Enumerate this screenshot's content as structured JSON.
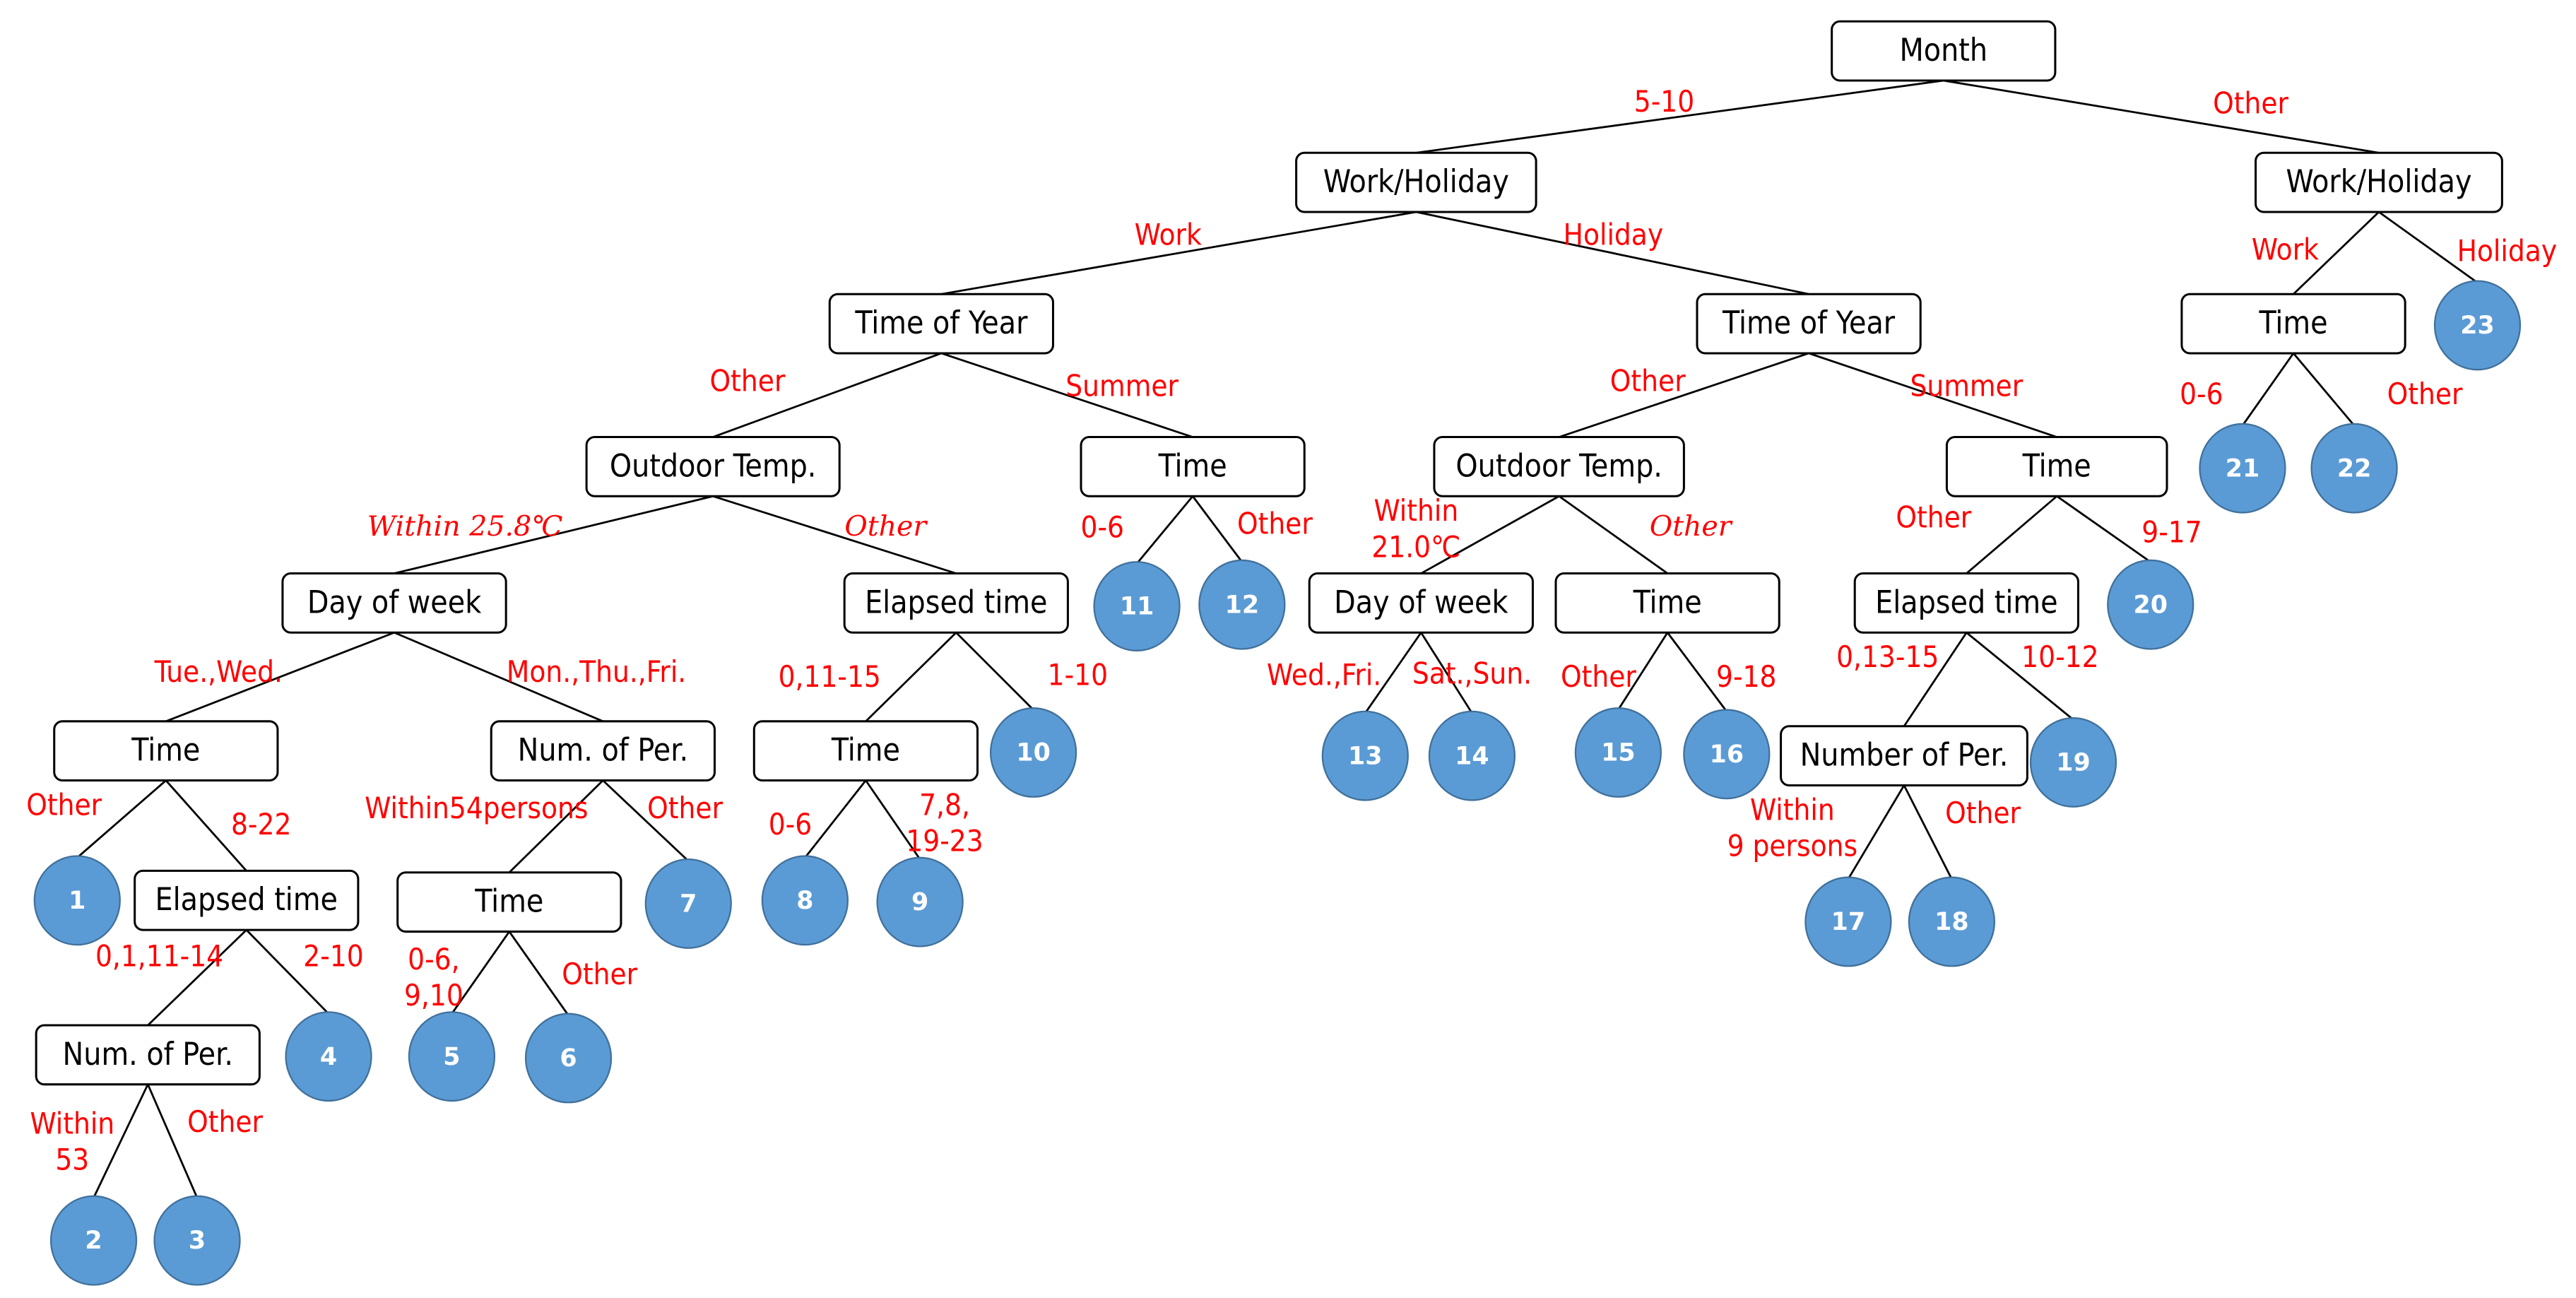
{
  "colors": {
    "edge_label": "#ff0000",
    "leaf_fill": "#5b9bd5",
    "node_border": "#000000"
  },
  "nodes": {
    "month": "Month",
    "wh1": "Work/Holiday",
    "wh2": "Work/Holiday",
    "toy1": "Time of Year",
    "toy2": "Time of Year",
    "tr": "Time",
    "ot1": "Outdoor Temp.",
    "t11": "Time",
    "ot2": "Outdoor Temp.",
    "ts2": "Time",
    "dow1": "Day of week",
    "el1": "Elapsed time",
    "dow2": "Day of week",
    "t15": "Time",
    "el2": "Elapsed time",
    "t1": "Time",
    "np1": "Num. of Per.",
    "t8": "Time",
    "np2": "Number of Per.",
    "el3": "Elapsed time",
    "t5": "Time",
    "np3": "Num. of Per."
  },
  "leaves": [
    "1",
    "2",
    "3",
    "4",
    "5",
    "6",
    "7",
    "8",
    "9",
    "10",
    "11",
    "12",
    "13",
    "14",
    "15",
    "16",
    "17",
    "18",
    "19",
    "20",
    "21",
    "22",
    "23"
  ],
  "edge_labels": [
    [
      "5-10"
    ],
    [
      "Other"
    ],
    [
      "Work"
    ],
    [
      "Holiday"
    ],
    [
      "Work"
    ],
    [
      "Holiday"
    ],
    [
      "Other"
    ],
    [
      "Summer"
    ],
    [
      "Other"
    ],
    [
      "Summer"
    ],
    [
      "0-6"
    ],
    [
      "Other"
    ],
    [
      "Within 25.8℃"
    ],
    [
      "Other"
    ],
    [
      "0-6"
    ],
    [
      "Other"
    ],
    [
      "Within",
      "21.0℃"
    ],
    [
      "Other"
    ],
    [
      "Other"
    ],
    [
      "9-17"
    ],
    [
      "Tue.,Wed."
    ],
    [
      "Mon.,Thu.,Fri."
    ],
    [
      "0,11-15"
    ],
    [
      "1-10"
    ],
    [
      "Wed.,Fri."
    ],
    [
      "Sat.,Sun."
    ],
    [
      "Other"
    ],
    [
      "9-18"
    ],
    [
      "0,13-15"
    ],
    [
      "10-12"
    ],
    [
      "Other"
    ],
    [
      "8-22"
    ],
    [
      "Within54persons"
    ],
    [
      "Other"
    ],
    [
      "0-6"
    ],
    [
      "7,8,",
      "19-23"
    ],
    [
      "Within",
      "9 persons"
    ],
    [
      "Other"
    ],
    [
      "0,1,11-14"
    ],
    [
      "2-10"
    ],
    [
      "0-6,",
      "9,10"
    ],
    [
      "Other"
    ],
    [
      "Within",
      "53"
    ],
    [
      "Other"
    ]
  ]
}
